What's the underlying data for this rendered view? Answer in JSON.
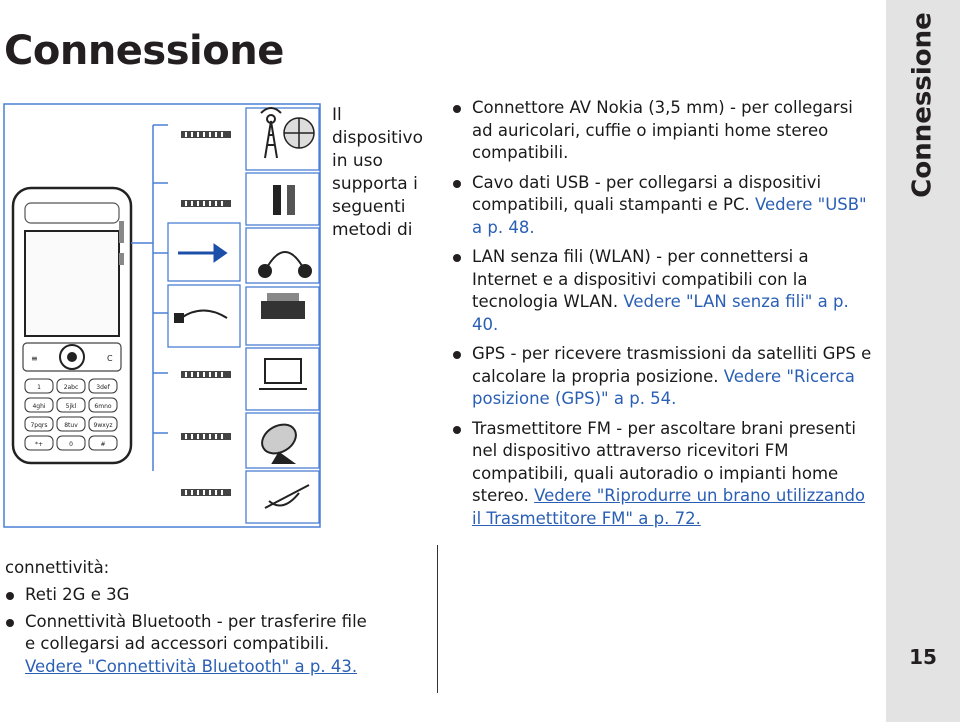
{
  "page": {
    "title": "Connessione",
    "side_label": "Connessione",
    "page_number": "15"
  },
  "intro": "Il dispositivo in uso supporta i seguenti metodi di",
  "continuation_heading": "connettività:",
  "left_bullets": [
    {
      "text": "Reti 2G e 3G",
      "link": ""
    },
    {
      "text": "Connettività Bluetooth - per trasferire file e collegarsi ad accessori compatibili. ",
      "link": "Vedere \"Connettività Bluetooth\" a p. 43."
    }
  ],
  "right_bullets": [
    {
      "text": "Connettore AV Nokia (3,5 mm) - per collegarsi ad auricolari, cuffie o impianti home stereo compatibili.",
      "link": ""
    },
    {
      "text": "Cavo dati USB - per collegarsi a dispositivi compatibili, quali stampanti e PC. ",
      "link": "Vedere \"USB\" a p. 48."
    },
    {
      "text": "LAN senza fili (WLAN) - per connettersi a Internet e a dispositivi compatibili con la tecnologia WLAN. ",
      "link": "Vedere \"LAN senza fili\" a p. 40."
    },
    {
      "text": "GPS - per ricevere trasmissioni da satelliti GPS e calcolare la propria posizione. ",
      "link": "Vedere \"Ricerca posizione (GPS)\" a p. 54."
    },
    {
      "text": "Trasmettitore FM - per ascoltare brani presenti nel dispositivo attraverso ricevitori FM compatibili, quali autoradio o impianti home stereo. ",
      "link": "Vedere \"Riprodurre un brano utilizzando il Trasmettitore FM\" a p. 72."
    }
  ],
  "figure": {
    "phone_keys": [
      "1",
      "2abc",
      "3def",
      "4ghi",
      "5jkl",
      "6mno",
      "7pqrs",
      "8tuv",
      "9wxyz",
      "*+",
      "0",
      "#"
    ],
    "icons": [
      "cellular-tower-icon",
      "globe-icon",
      "bluetooth-waves-icon",
      "headset-icon",
      "usb-arrow-icon",
      "usb-cable-icon",
      "printer-icon",
      "laptop-icon",
      "satellite-dish-icon",
      "fm-transmitter-icon"
    ]
  },
  "colors": {
    "link": "#2a5fb5",
    "tab": "#e3e3e3",
    "frame": "#4a7fd4"
  }
}
